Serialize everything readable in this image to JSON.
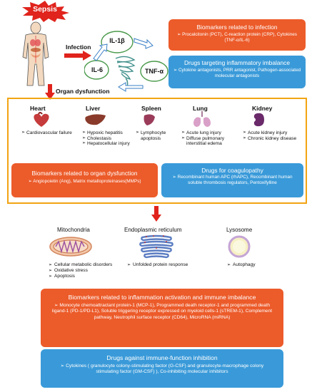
{
  "sepsis_label": "Sepsis",
  "infection_label": "Infection",
  "organ_dysfunction_label": "Organ dysfunction",
  "cytokines": {
    "il1b": "IL-1β",
    "il6": "IL-6",
    "tnfa": "TNF-α"
  },
  "infection_biomarkers": {
    "title": "Biomarkers related to infection",
    "text": "➢ Procalcitonin (PCT), C-reaction protein (CRP), Cytokines (TNF-α/IL-6)"
  },
  "inflammatory_drugs": {
    "title": "Drugs targeting inflammatory imbalance",
    "text": "➢ Cytokine antagonists, PRR antagonist, Pathogen-associated molecular antagonists"
  },
  "organs": [
    {
      "name": "Heart",
      "items": [
        "Cardiovascular failure"
      ]
    },
    {
      "name": "Liver",
      "items": [
        "Hypoxic hepatitis",
        "Cholestasis",
        "Hepatocellular injury"
      ]
    },
    {
      "name": "Spleen",
      "items": [
        "Lymphocyte apoptosis"
      ]
    },
    {
      "name": "Lung",
      "items": [
        "Acute lung injury",
        "Diffuse pulmonary interstitial edema"
      ]
    },
    {
      "name": "Kidney",
      "items": [
        "Acute kidney injury",
        "Chronic kidney disease"
      ]
    }
  ],
  "organ_biomarkers": {
    "title": "Biomarkers related to organ dysfunction",
    "text": "➢ Angiopoietin (Ang), Matrix metalloproteinases(MMPs)"
  },
  "coagulopathy_drugs": {
    "title": "Drugs for coagulopathy",
    "text": "➢ Recombinant human APC (rhAPC), Recombinant human soluble thrombosis regulators, Pentoxifylline"
  },
  "organelles": [
    {
      "name": "Mitochondria",
      "items": [
        "Cellular metabolic disorders",
        "Oxidative stress",
        "Apoptosis"
      ]
    },
    {
      "name": "Endoplasmic reticulum",
      "items": [
        "Unfolded protein response"
      ]
    },
    {
      "name": "Lysosome",
      "items": [
        "Autophagy"
      ]
    }
  ],
  "immune_biomarkers": {
    "title": "Biomarkers related to inflammation activation and immune imbalance",
    "text": "➢ Monocyte chemoattractant protein-1 (MCP-1), Programmed death receptor-1 and programmed death ligand-1 (PD-1/PD-L1), Soluble triggering receptor expressed on myeloid cells-1 (sTREM-1), Complement pathway, Neutrophil surface receptor (CD64), MicroRNA (miRNA)"
  },
  "immune_drugs": {
    "title": "Drugs against immune-function inhibition",
    "text": "➢ Cytokines ( granulocyte colony-stimulating factor (G-CSF) and granulocyte-macrophage colony stimulating factor (GM-CSF) ), Co-inhibiting molecular inhibitors"
  },
  "colors": {
    "orange": "#ec5b2a",
    "blue": "#3a9ad9",
    "frame": "#f2a413",
    "red": "#e0231c"
  }
}
